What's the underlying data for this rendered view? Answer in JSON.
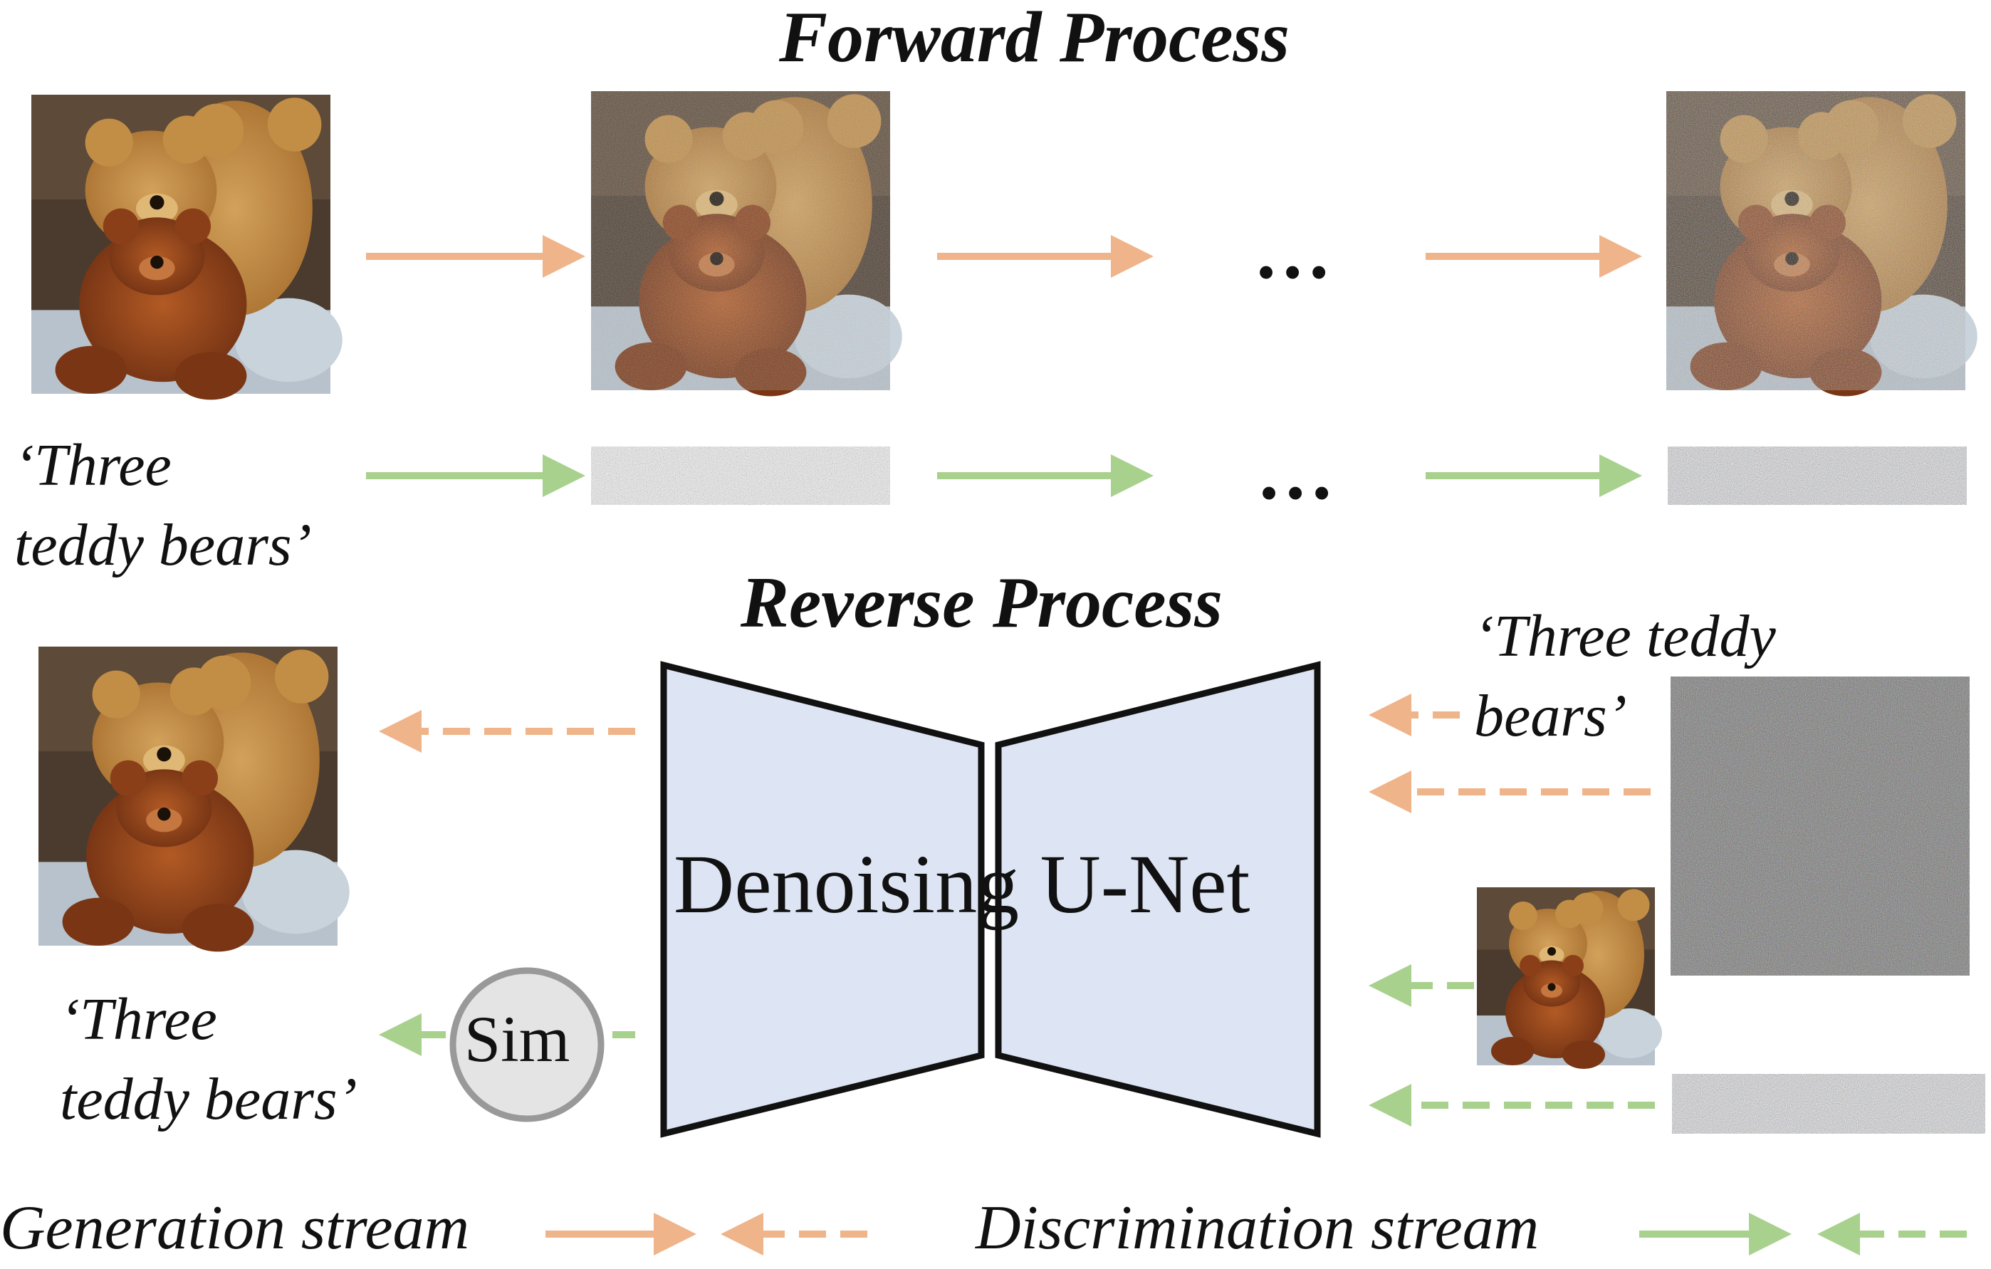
{
  "titles": {
    "forward": "Forward Process",
    "reverse": "Reverse Process"
  },
  "ellipsis": "…",
  "captions": {
    "forward_text_line1": "‘Three",
    "forward_text_line2": "teddy bears’",
    "reverse_input_line1": "‘Three teddy",
    "reverse_input_line2": "bears’",
    "output_text_line1": "‘Three",
    "output_text_line2": "teddy bears’"
  },
  "unet": {
    "label": "Denoising U-Net",
    "fill": "#dde4f3",
    "stroke": "#111111"
  },
  "sim": {
    "label": "Sim",
    "fill": "#e4e4e4",
    "stroke": "#999999"
  },
  "legend": {
    "generation": "Generation stream",
    "discrimination": "Discrimination stream"
  },
  "colors": {
    "generation": "#efb48a",
    "discrimination": "#a9d18e"
  }
}
